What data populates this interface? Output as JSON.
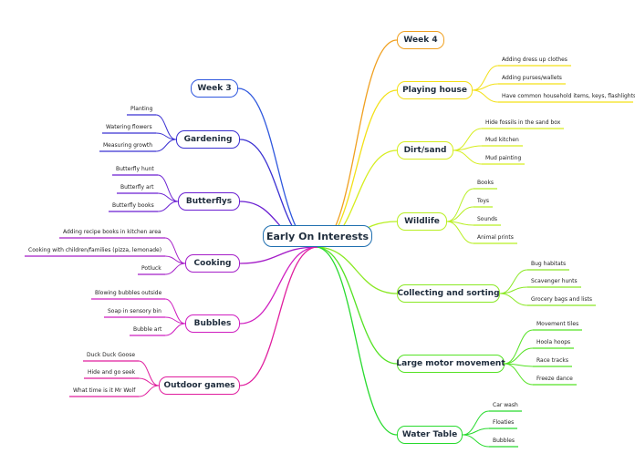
{
  "root": {
    "label": "Early On Interests",
    "color": "#1f6fb0"
  },
  "right": [
    {
      "label": "Week 4",
      "color": "#f0a020",
      "items": []
    },
    {
      "label": "Playing house",
      "color": "#f3e017",
      "items": [
        "Adding dress up clothes",
        "Adding purses/wallets",
        "Have common household items, keys, flashlights, tv remote"
      ]
    },
    {
      "label": "Dirt/sand",
      "color": "#d6ed1e",
      "items": [
        "Hide fossils in the sand box",
        "Mud kitchen",
        "Mud painting"
      ]
    },
    {
      "label": "Wildlife",
      "color": "#b8ef23",
      "items": [
        "Books",
        "Toys",
        "Sounds",
        "Animal prints"
      ]
    },
    {
      "label": "Collecting and sorting",
      "color": "#8ae824",
      "items": [
        "Bug habitats",
        "Scavenger hunts",
        "Grocery bags and lists"
      ]
    },
    {
      "label": "Large motor movement",
      "color": "#55e224",
      "items": [
        "Movement tiles",
        "Hoola hoops",
        "Race tracks",
        "Freeze dance"
      ]
    },
    {
      "label": "Water Table",
      "color": "#28da2e",
      "items": [
        "Car wash",
        "Floaties",
        "Bubbles"
      ]
    }
  ],
  "left": [
    {
      "label": "Week 3",
      "color": "#2f58de",
      "items": []
    },
    {
      "label": "Gardening",
      "color": "#3a30d2",
      "items": [
        "Planting",
        "Watering flowers",
        "Measuring growth"
      ]
    },
    {
      "label": "Butterflys",
      "color": "#6a1fd2",
      "items": [
        "Butterfly hunt",
        "Butterfly art",
        "Butterfly books"
      ]
    },
    {
      "label": "Cooking",
      "color": "#a51ec8",
      "items": [
        "Adding recipe books in kitchen area",
        "Cooking with children/families (pizza, lemonade)",
        "Potluck"
      ]
    },
    {
      "label": "Bubbles",
      "color": "#cf1ec0",
      "items": [
        "Blowing bubbles outside",
        "Soap in sensory bin",
        "Bubble art"
      ]
    },
    {
      "label": "Outdoor games",
      "color": "#e01e9e",
      "items": [
        "Duck Duck Goose",
        "Hide and go seek",
        "What time is it Mr Wolf"
      ]
    }
  ]
}
